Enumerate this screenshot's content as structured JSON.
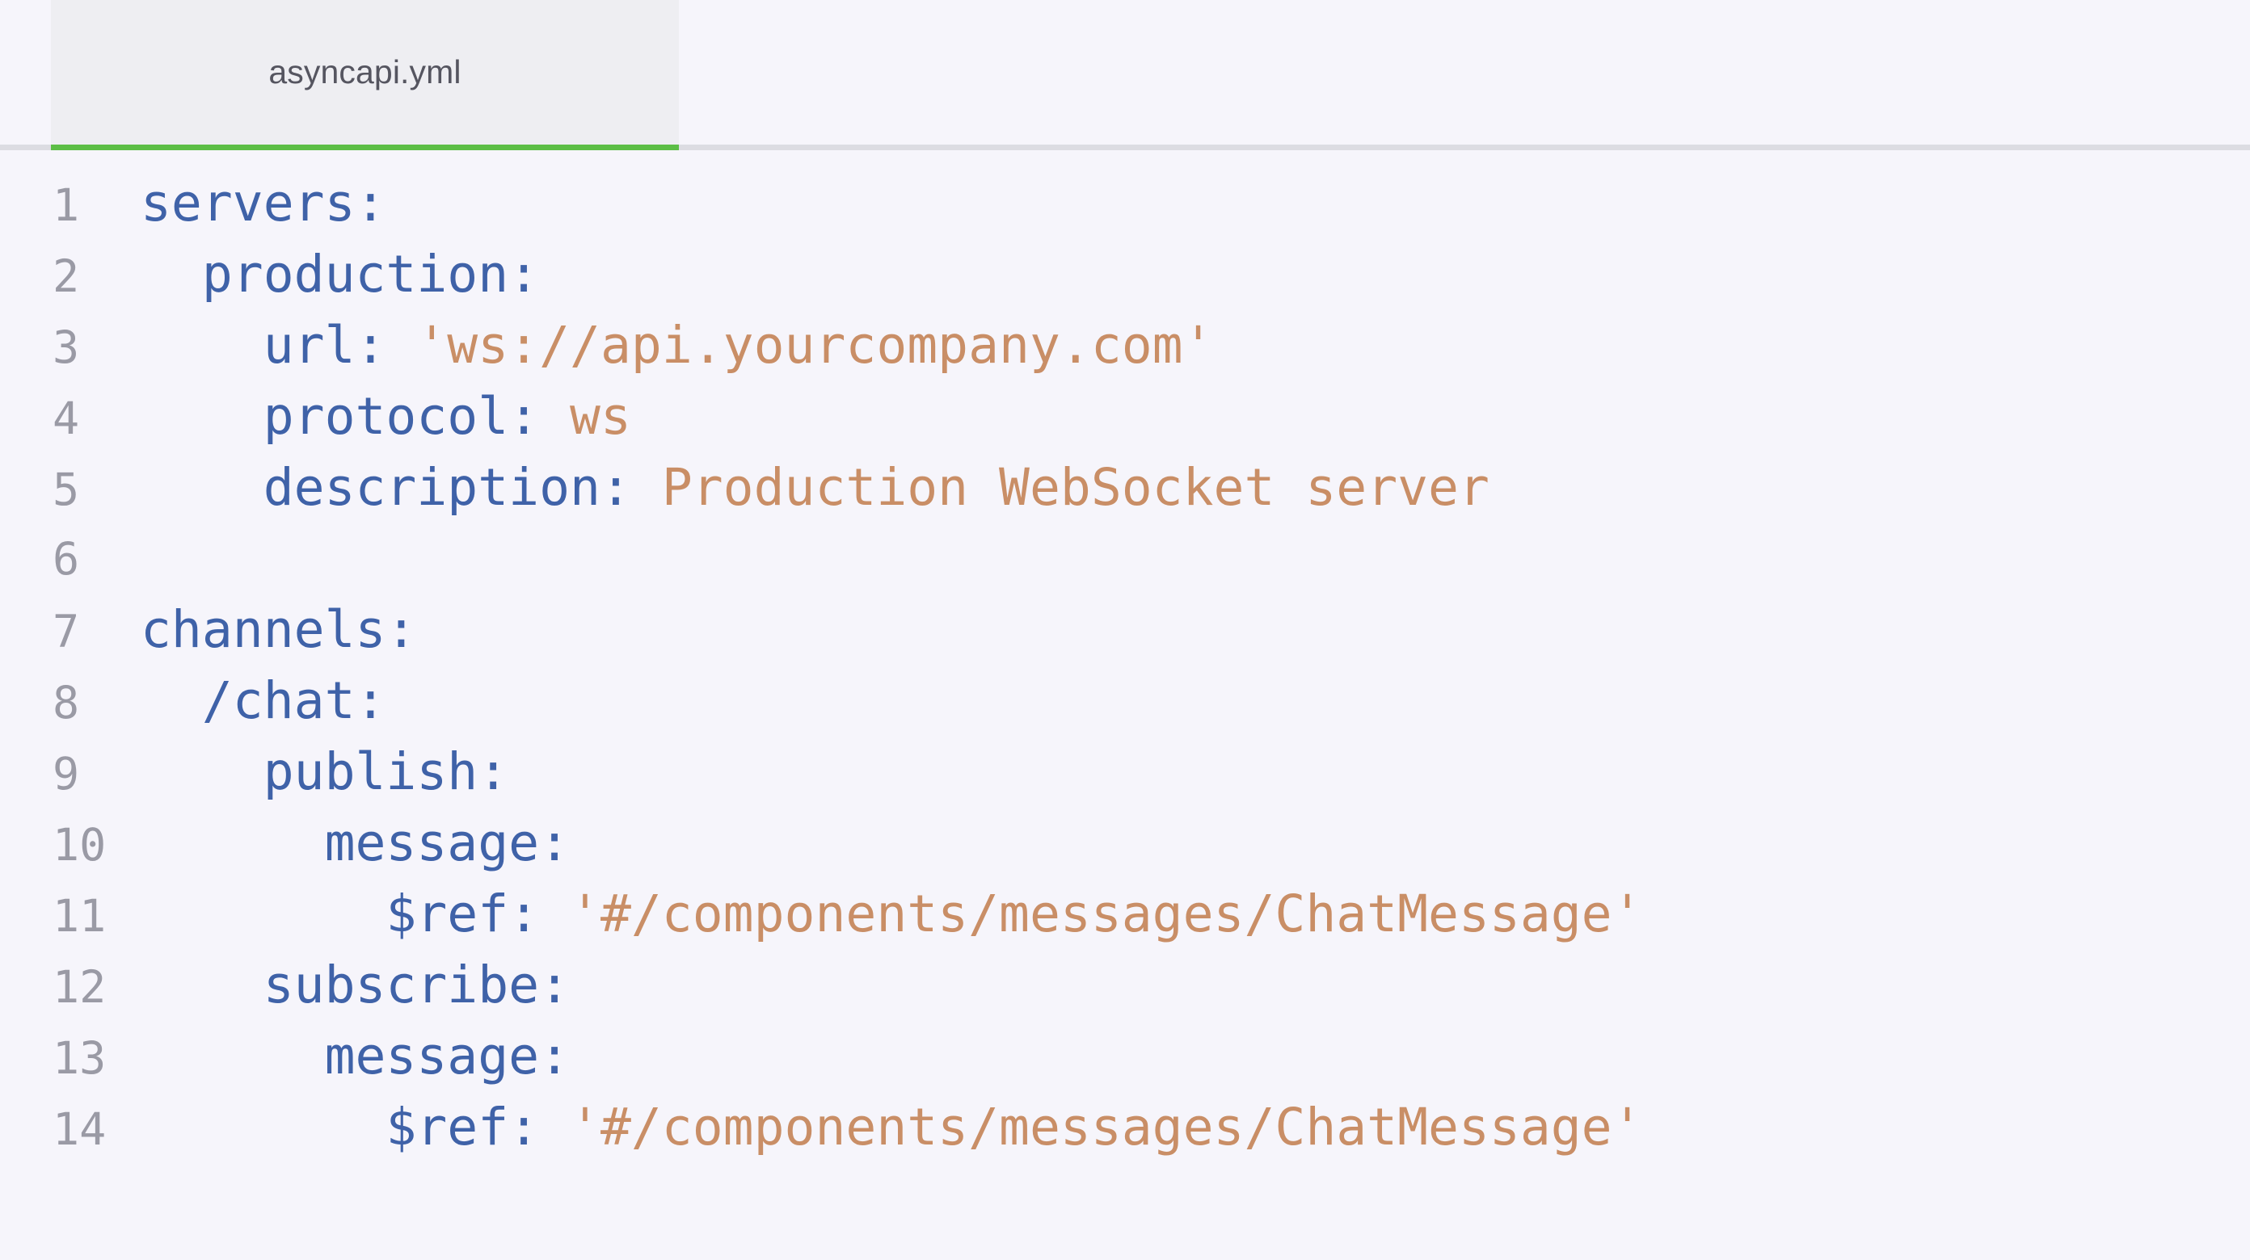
{
  "window": {
    "background_color": "#f6f5fb"
  },
  "tab_bar": {
    "tabs": [
      {
        "label": "asyncapi.yml",
        "active": true,
        "active_indicator_color": "#5cbe46",
        "background_color": "#eeeef2"
      }
    ]
  },
  "editor": {
    "language": "yaml",
    "filename": "asyncapi.yml",
    "gutter_color": "#9a9aa5",
    "key_color": "#3f62a8",
    "string_color": "#c98e66",
    "line_count": 14,
    "lines": [
      {
        "number": "1",
        "indent": 0,
        "key": "servers",
        "colon": ":",
        "value": "",
        "value_type": "none"
      },
      {
        "number": "2",
        "indent": 2,
        "key": "production",
        "colon": ":",
        "value": "",
        "value_type": "none"
      },
      {
        "number": "3",
        "indent": 4,
        "key": "url",
        "colon": ":",
        "value": "'ws://api.yourcompany.com'",
        "value_type": "string"
      },
      {
        "number": "4",
        "indent": 4,
        "key": "protocol",
        "colon": ":",
        "value": "ws",
        "value_type": "string"
      },
      {
        "number": "5",
        "indent": 4,
        "key": "description",
        "colon": ":",
        "value": "Production WebSocket server",
        "value_type": "string"
      },
      {
        "number": "6",
        "indent": 0,
        "key": "",
        "colon": "",
        "value": "",
        "value_type": "none"
      },
      {
        "number": "7",
        "indent": 0,
        "key": "channels",
        "colon": ":",
        "value": "",
        "value_type": "none"
      },
      {
        "number": "8",
        "indent": 2,
        "key": "/chat",
        "colon": ":",
        "value": "",
        "value_type": "none"
      },
      {
        "number": "9",
        "indent": 4,
        "key": "publish",
        "colon": ":",
        "value": "",
        "value_type": "none"
      },
      {
        "number": "10",
        "indent": 6,
        "key": "message",
        "colon": ":",
        "value": "",
        "value_type": "none"
      },
      {
        "number": "11",
        "indent": 8,
        "key": "$ref",
        "colon": ":",
        "value": "'#/components/messages/ChatMessage'",
        "value_type": "string"
      },
      {
        "number": "12",
        "indent": 4,
        "key": "subscribe",
        "colon": ":",
        "value": "",
        "value_type": "none"
      },
      {
        "number": "13",
        "indent": 6,
        "key": "message",
        "colon": ":",
        "value": "",
        "value_type": "none"
      },
      {
        "number": "14",
        "indent": 8,
        "key": "$ref",
        "colon": ":",
        "value": "'#/components/messages/ChatMessage'",
        "value_type": "string"
      }
    ]
  }
}
